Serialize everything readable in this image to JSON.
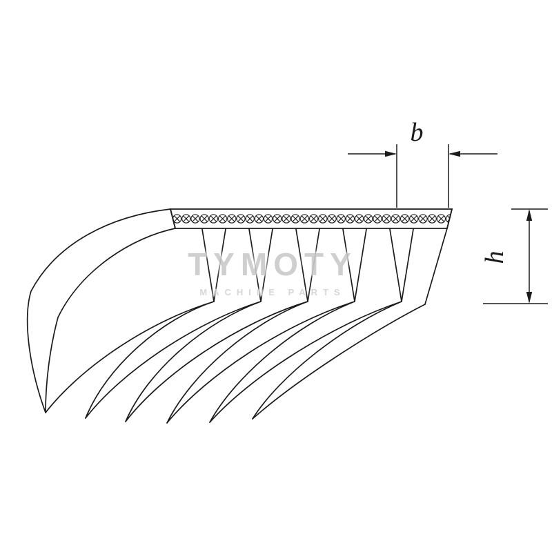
{
  "diagram": {
    "background_color": "#ffffff",
    "line_color": "#1b1b1b",
    "belt": {
      "rib_count": 6,
      "groove_count": 5,
      "back_pattern": "circled-x-row"
    },
    "dimensions": {
      "width_label": "b",
      "height_label": "h"
    },
    "watermark": {
      "title": "TYMOTY",
      "subtitle": "MACHINE PARTS",
      "color": "#cacaca"
    }
  }
}
